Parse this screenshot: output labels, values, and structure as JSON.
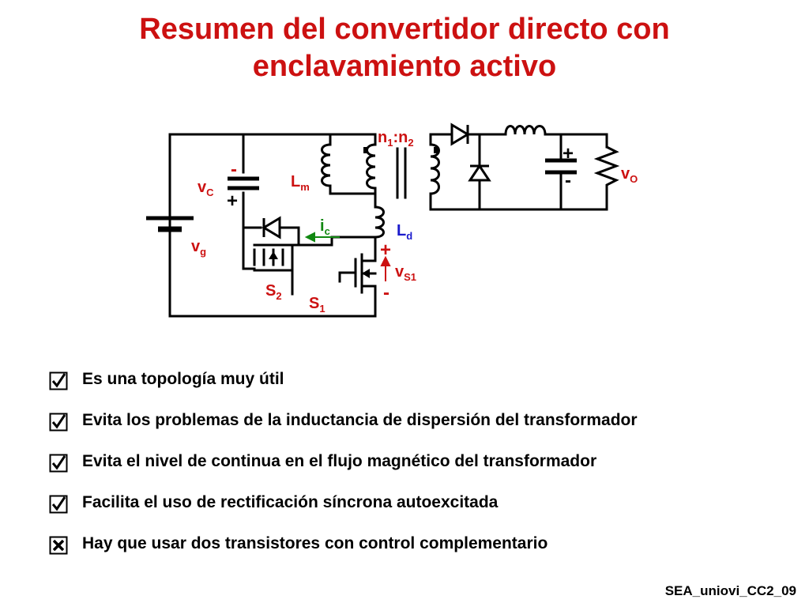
{
  "slide": {
    "title_line1": "Resumen del convertidor directo con",
    "title_line2": "enclavamiento activo",
    "footer": "SEA_uniovi_CC2_09"
  },
  "circuit": {
    "labels": {
      "vc_main": "v",
      "vc_sub": "C",
      "vg_main": "v",
      "vg_sub": "g",
      "lm_main": "L",
      "lm_sub": "m",
      "ic_main": "i",
      "ic_sub": "c",
      "ld_main": "L",
      "ld_sub": "d",
      "vs1_main": "v",
      "vs1_sub": "S1",
      "s1_main": "S",
      "s1_sub": "1",
      "s2_main": "S",
      "s2_sub": "2",
      "vo_main": "v",
      "vo_sub": "O",
      "n1_main": "n",
      "n1_sub": "1",
      "colon": ":",
      "n2_main": "n",
      "n2_sub": "2",
      "plus": "+",
      "minus": "-"
    },
    "colors": {
      "wire": "#000000",
      "red_label": "#cc1111",
      "blue_label": "#1a1acc",
      "green_label": "#118811"
    }
  },
  "bullets": [
    {
      "text": "Es una topología muy útil",
      "mark": "check"
    },
    {
      "text": "Evita los problemas de la inductancia de dispersión del transformador",
      "mark": "check"
    },
    {
      "text": "Evita el nivel de continua en el flujo magnético del transformador",
      "mark": "check"
    },
    {
      "text": "Facilita el uso de rectificación síncrona autoexcitada",
      "mark": "check"
    },
    {
      "text": "Hay que usar dos transistores con control complementario",
      "mark": "cross"
    }
  ]
}
